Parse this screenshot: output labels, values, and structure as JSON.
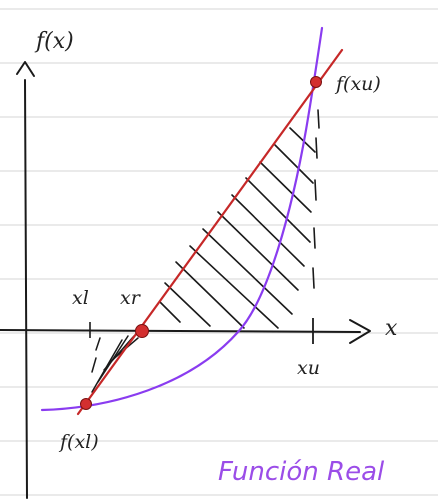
{
  "labels": {
    "y_axis": "f(x)",
    "x_axis": "x",
    "xl": "xl",
    "xr": "xr",
    "xu": "xu",
    "f_xu": "f(xu)",
    "f_xl": "f(xl)",
    "title": "Función Real"
  },
  "colors": {
    "ruled_lines": "#d4d4d4",
    "axes": "#1a1a1a",
    "secant_line": "#c62828",
    "curve": "#8a3cf0",
    "points": "#d32f2f",
    "hatch": "#1a1a1a",
    "title": "#9b4de8"
  }
}
